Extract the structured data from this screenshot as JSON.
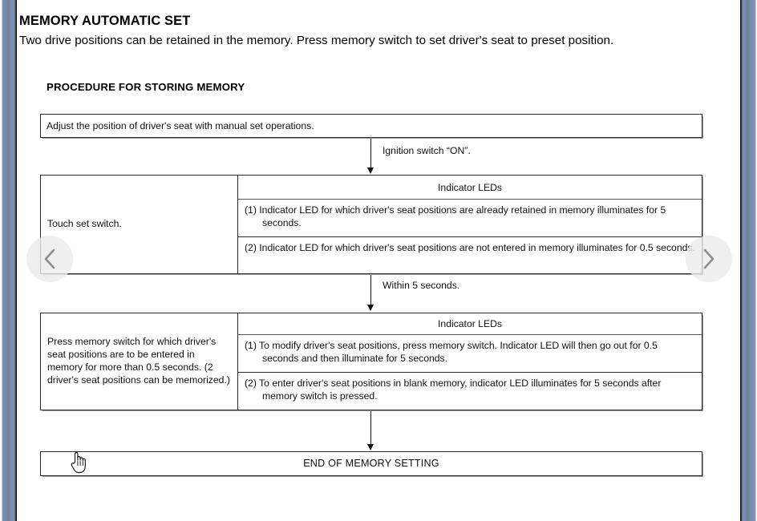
{
  "document": {
    "title": "MEMORY AUTOMATIC SET",
    "subtitle": "Two drive positions can be retained in the memory. Press memory switch to set driver's seat to preset position.",
    "section_title": "PROCEDURE FOR STORING MEMORY"
  },
  "flow": {
    "start_box": {
      "text": "Adjust the position of driver's seat with manual set operations."
    },
    "connector_1_label": "Ignition switch “ON”.",
    "step_touch": {
      "action": "Touch set switch.",
      "column_header": "Indicator LEDs",
      "items": [
        "(1) Indicator LED for which driver's seat positions are already retained in memory illuminates for 5 seconds.",
        "(2) Indicator LED for which driver's seat positions are not entered in memory illuminates for 0.5 seconds."
      ]
    },
    "connector_2_label": "Within 5 seconds.",
    "step_press": {
      "action": "Press memory switch for which driver's seat positions are to be entered in memory for more than 0.5 seconds. (2 driver's seat positions can be memorized.)",
      "column_header": "Indicator LEDs",
      "items": [
        "(1) To modify driver's seat positions, press memory switch. Indicator LED will then go out for 0.5 seconds and then illuminate for 5 seconds.",
        "(2) To enter driver's seat positions in blank memory, indicator LED illuminates for 5 seconds after memory switch is pressed."
      ]
    },
    "end_box": {
      "text": "END OF MEMORY SETTING"
    }
  },
  "viewer": {
    "prev_icon": "chevron-left-icon",
    "next_icon": "chevron-right-icon",
    "cursor_icon": "pointing-hand-cursor"
  },
  "colors": {
    "page_background": "#ffffff",
    "text": "#101010",
    "border": "#2a2a2a",
    "gutter": "#6c82a0",
    "nav_button": "#ebebeb"
  }
}
